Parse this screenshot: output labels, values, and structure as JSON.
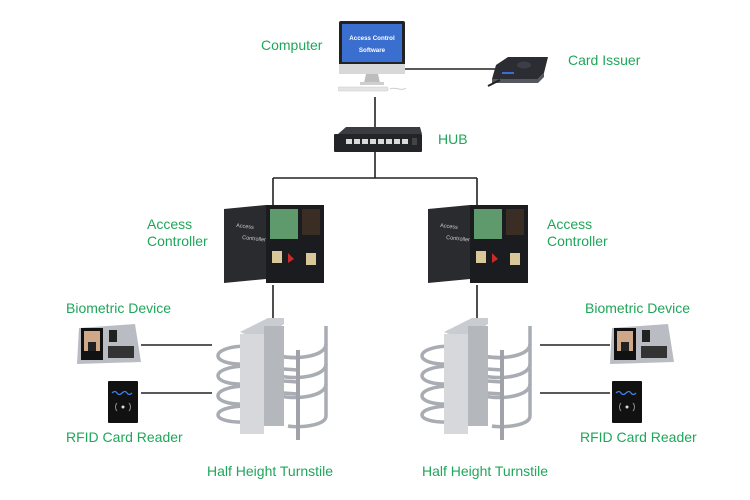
{
  "diagram": {
    "title": "Access Control System Topology",
    "colors": {
      "label": "#1fa65a",
      "wire": "#222222",
      "screen": "#3a6fd0"
    },
    "nodes": {
      "computer": {
        "label": "Computer",
        "screen_line1": "Access Control",
        "screen_line2": "Software",
        "icon": "computer-icon"
      },
      "card_issuer": {
        "label": "Card Issuer",
        "icon": "card-issuer-icon"
      },
      "hub": {
        "label": "HUB",
        "icon": "network-switch-icon"
      },
      "controller_left": {
        "label_line1": "Access",
        "label_line2": "Controller",
        "door_text_line1": "Access",
        "door_text_line2": "Controller",
        "icon": "controller-box-icon"
      },
      "controller_right": {
        "label_line1": "Access",
        "label_line2": "Controller",
        "door_text_line1": "Access",
        "door_text_line2": "Controller",
        "icon": "controller-box-icon"
      },
      "biometric_left": {
        "label": "Biometric Device",
        "icon": "face-fingerprint-terminal-icon"
      },
      "biometric_right": {
        "label": "Biometric Device",
        "icon": "face-fingerprint-terminal-icon"
      },
      "rfid_left": {
        "label": "RFID Card Reader",
        "icon": "rfid-reader-icon"
      },
      "rfid_right": {
        "label": "RFID Card Reader",
        "icon": "rfid-reader-icon"
      },
      "turnstile_left": {
        "label": "Half Height Turnstile",
        "icon": "turnstile-icon"
      },
      "turnstile_right": {
        "label": "Half Height Turnstile",
        "icon": "turnstile-icon"
      }
    },
    "edges": [
      {
        "from": "computer",
        "to": "card_issuer"
      },
      {
        "from": "computer",
        "to": "hub"
      },
      {
        "from": "hub",
        "to": "controller_left"
      },
      {
        "from": "hub",
        "to": "controller_right"
      },
      {
        "from": "controller_left",
        "to": "turnstile_left"
      },
      {
        "from": "controller_right",
        "to": "turnstile_right"
      },
      {
        "from": "biometric_left",
        "to": "turnstile_left"
      },
      {
        "from": "rfid_left",
        "to": "turnstile_left"
      },
      {
        "from": "biometric_right",
        "to": "turnstile_right"
      },
      {
        "from": "rfid_right",
        "to": "turnstile_right"
      }
    ]
  }
}
